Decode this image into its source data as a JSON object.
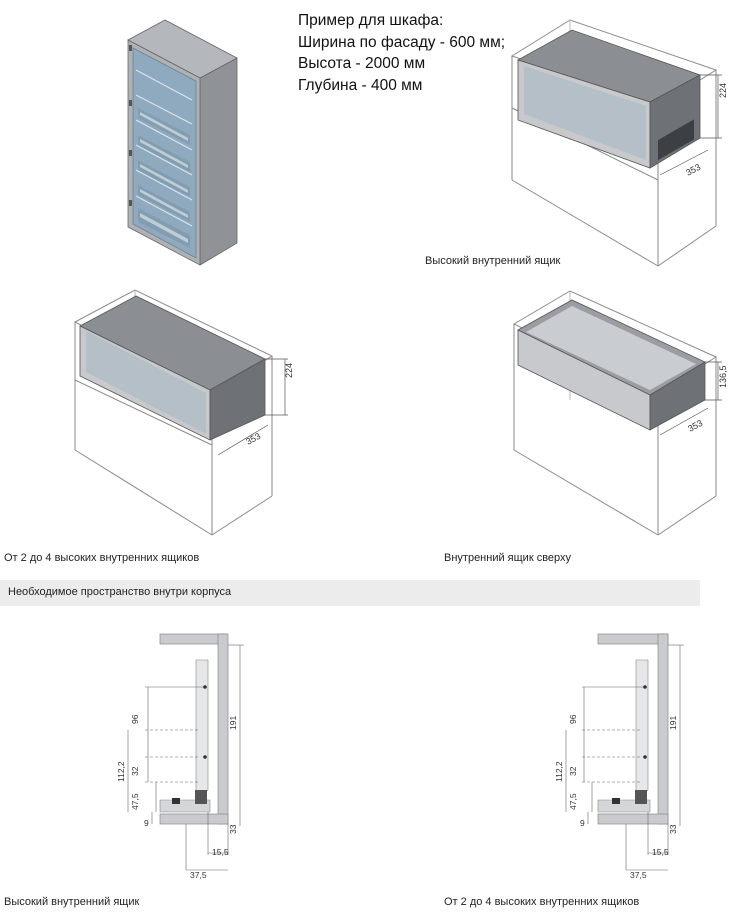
{
  "example": {
    "title": "Пример для шкафа:",
    "width": "Ширина по фасаду - 600 мм;",
    "height": "Высота - 2000 мм",
    "depth": "Глубина - 400 мм"
  },
  "diagrams": {
    "tall_inner_drawer": {
      "caption": "Высокий внутренний ящик",
      "dim_height": "224",
      "dim_depth": "353"
    },
    "multi_inner_drawers": {
      "caption": "От 2 до 4 высоких внутренних ящиков",
      "dim_height": "224",
      "dim_depth": "353"
    },
    "top_inner_drawer": {
      "caption": "Внутренний ящик сверху",
      "dim_height": "136,5",
      "dim_depth": "353"
    }
  },
  "section": {
    "title": "Необходимое пространство внутри корпуса"
  },
  "sections_left": {
    "caption": "Высокий внутренний ящик",
    "dims": {
      "d96": "96",
      "d112": "112,2",
      "d32": "32",
      "d47": "47,5",
      "d9": "9",
      "d191": "191",
      "d33": "33",
      "d15": "15,5",
      "d37": "37,5"
    }
  },
  "sections_right": {
    "caption": "От 2 до 4 высоких внутренних ящиков",
    "dims": {
      "d96": "96",
      "d112": "112,2",
      "d32": "32",
      "d47": "47,5",
      "d9": "9",
      "d191": "191",
      "d33": "33",
      "d15": "15,5",
      "d37": "37,5"
    }
  },
  "colors": {
    "line": "#8a8a8a",
    "panel": "#b9bbbe",
    "glass": "#9fb3c2",
    "dark": "#4a4f55",
    "band": "#ececec"
  }
}
